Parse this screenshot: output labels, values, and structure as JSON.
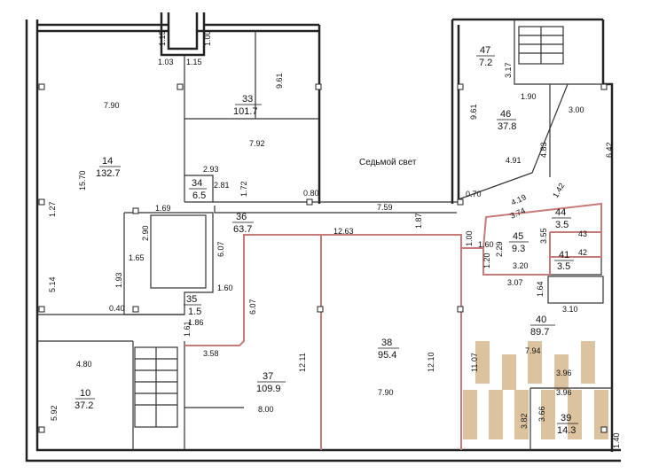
{
  "plan": {
    "corridor_label": "Седьмой свет",
    "rooms": [
      {
        "id": "r14",
        "number": "14",
        "area": "132.7"
      },
      {
        "id": "r33",
        "number": "33",
        "area": "101.7"
      },
      {
        "id": "r34",
        "number": "34",
        "area": "6.5"
      },
      {
        "id": "r36",
        "number": "36",
        "area": "63.7"
      },
      {
        "id": "r35",
        "number": "35",
        "area": "1.5"
      },
      {
        "id": "r10",
        "number": "10",
        "area": "37.2"
      },
      {
        "id": "r37",
        "number": "37",
        "area": "109.9"
      },
      {
        "id": "r38",
        "number": "38",
        "area": "95.4"
      },
      {
        "id": "r47",
        "number": "47",
        "area": "7.2"
      },
      {
        "id": "r46",
        "number": "46",
        "area": "37.8"
      },
      {
        "id": "r44",
        "number": "44",
        "area": "3.5"
      },
      {
        "id": "r45",
        "number": "45",
        "area": "9.3"
      },
      {
        "id": "r41",
        "number": "41",
        "area": "3.5"
      },
      {
        "id": "r40",
        "number": "40",
        "area": "89.7"
      },
      {
        "id": "r39",
        "number": "39",
        "area": "14.3"
      }
    ],
    "dimensions": [
      {
        "id": "d1",
        "text": "1.15"
      },
      {
        "id": "d2",
        "text": "1.00"
      },
      {
        "id": "d3",
        "text": "1.03"
      },
      {
        "id": "d4",
        "text": "1.15"
      },
      {
        "id": "d5",
        "text": "9.61"
      },
      {
        "id": "d6",
        "text": "7.90"
      },
      {
        "id": "d7",
        "text": "7.92"
      },
      {
        "id": "d8",
        "text": "15.70"
      },
      {
        "id": "d9",
        "text": "1.27"
      },
      {
        "id": "d10",
        "text": "2.93"
      },
      {
        "id": "d11",
        "text": "2.81"
      },
      {
        "id": "d12",
        "text": "1.72"
      },
      {
        "id": "d13",
        "text": "0.80"
      },
      {
        "id": "d14",
        "text": "1.69"
      },
      {
        "id": "d15",
        "text": "2.90"
      },
      {
        "id": "d16",
        "text": "1.65"
      },
      {
        "id": "d17",
        "text": "5.14"
      },
      {
        "id": "d18",
        "text": "1.93"
      },
      {
        "id": "d19",
        "text": "0.40"
      },
      {
        "id": "d20",
        "text": "6.07"
      },
      {
        "id": "d21",
        "text": "1.60"
      },
      {
        "id": "d22",
        "text": "1.86"
      },
      {
        "id": "d23",
        "text": "1.61"
      },
      {
        "id": "d24",
        "text": "6.07"
      },
      {
        "id": "d25",
        "text": "3.58"
      },
      {
        "id": "d26",
        "text": "4.80"
      },
      {
        "id": "d27",
        "text": "5.92"
      },
      {
        "id": "d28",
        "text": "12.11"
      },
      {
        "id": "d29",
        "text": "8.00"
      },
      {
        "id": "d30",
        "text": "12.63"
      },
      {
        "id": "d31",
        "text": "7.59"
      },
      {
        "id": "d32",
        "text": "1.87"
      },
      {
        "id": "d33",
        "text": "7.90"
      },
      {
        "id": "d34",
        "text": "12.10"
      },
      {
        "id": "d35",
        "text": "3.17"
      },
      {
        "id": "d36",
        "text": "1.90"
      },
      {
        "id": "d37",
        "text": "9.61"
      },
      {
        "id": "d38",
        "text": "3.00"
      },
      {
        "id": "d39",
        "text": "6.42"
      },
      {
        "id": "d40",
        "text": "4.83"
      },
      {
        "id": "d41",
        "text": "4.91"
      },
      {
        "id": "d42",
        "text": "0.70"
      },
      {
        "id": "d43",
        "text": "4.19"
      },
      {
        "id": "d44",
        "text": "1.42"
      },
      {
        "id": "d45",
        "text": "3.74"
      },
      {
        "id": "d46",
        "text": "1.00"
      },
      {
        "id": "d47",
        "text": "1.60"
      },
      {
        "id": "d48",
        "text": "2.29"
      },
      {
        "id": "d49",
        "text": "3.55"
      },
      {
        "id": "d50",
        "text": "43"
      },
      {
        "id": "d51",
        "text": "42"
      },
      {
        "id": "d52",
        "text": "1.20"
      },
      {
        "id": "d53",
        "text": "3.20"
      },
      {
        "id": "d54",
        "text": "3.07"
      },
      {
        "id": "d55",
        "text": "1.64"
      },
      {
        "id": "d56",
        "text": "3.10"
      },
      {
        "id": "d57",
        "text": "11.07"
      },
      {
        "id": "d58",
        "text": "7.94"
      },
      {
        "id": "d59",
        "text": "3.96"
      },
      {
        "id": "d60",
        "text": "3.96"
      },
      {
        "id": "d61",
        "text": "3.82"
      },
      {
        "id": "d62",
        "text": "3.66"
      },
      {
        "id": "d63",
        "text": "1.40"
      }
    ]
  }
}
